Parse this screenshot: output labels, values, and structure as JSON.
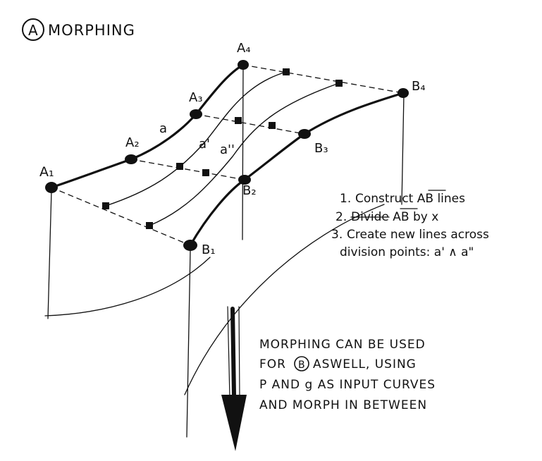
{
  "title": {
    "badge": "A",
    "text": "MORPHING"
  },
  "point_labels": {
    "a1": "A₁",
    "a2": "A₂",
    "a3": "A₃",
    "a4": "A₄",
    "b1": "B₁",
    "b2": "B₂",
    "b3": "B₃",
    "b4": "B₄"
  },
  "curve_labels": {
    "a": "a",
    "a_prime": "a'",
    "a_double_prime": "a''"
  },
  "steps": [
    {
      "number": "1.",
      "text": "Construct AB lines"
    },
    {
      "number": "2.",
      "text": "Divide AB by x"
    },
    {
      "number": "3.",
      "text": "Create new lines across"
    },
    {
      "number": "",
      "text": "division points: a' ∧ a\""
    }
  ],
  "note": {
    "line1": "MORPHING CAN BE USED",
    "line2_prefix": "FOR",
    "line2_badge": "B",
    "line2_suffix": "ASWELL, USING",
    "line3": "P AND g AS INPUT CURVES",
    "line4": "AND MORPH IN BETWEEN"
  },
  "colors": {
    "ink": "#111111",
    "paper": "#ffffff"
  }
}
